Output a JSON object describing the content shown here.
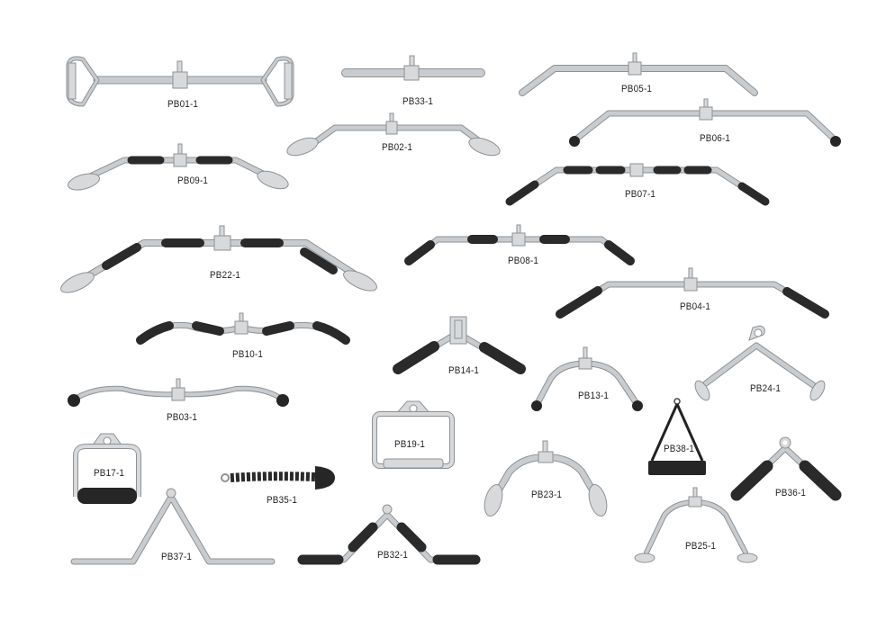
{
  "products": [
    {
      "code": "PB01-1"
    },
    {
      "code": "PB33-1"
    },
    {
      "code": "PB05-1"
    },
    {
      "code": "PB02-1"
    },
    {
      "code": "PB06-1"
    },
    {
      "code": "PB09-1"
    },
    {
      "code": "PB07-1"
    },
    {
      "code": "PB22-1"
    },
    {
      "code": "PB08-1"
    },
    {
      "code": "PB04-1"
    },
    {
      "code": "PB10-1"
    },
    {
      "code": "PB14-1"
    },
    {
      "code": "PB13-1"
    },
    {
      "code": "PB24-1"
    },
    {
      "code": "PB03-1"
    },
    {
      "code": "PB19-1"
    },
    {
      "code": "PB38-1"
    },
    {
      "code": "PB17-1"
    },
    {
      "code": "PB35-1"
    },
    {
      "code": "PB23-1"
    },
    {
      "code": "PB36-1"
    },
    {
      "code": "PB37-1"
    },
    {
      "code": "PB32-1"
    },
    {
      "code": "PB25-1"
    }
  ],
  "colors": {
    "background": "#ffffff",
    "chrome": "#c9ccce",
    "grip": "#2a2a2a",
    "label": "#222222"
  }
}
